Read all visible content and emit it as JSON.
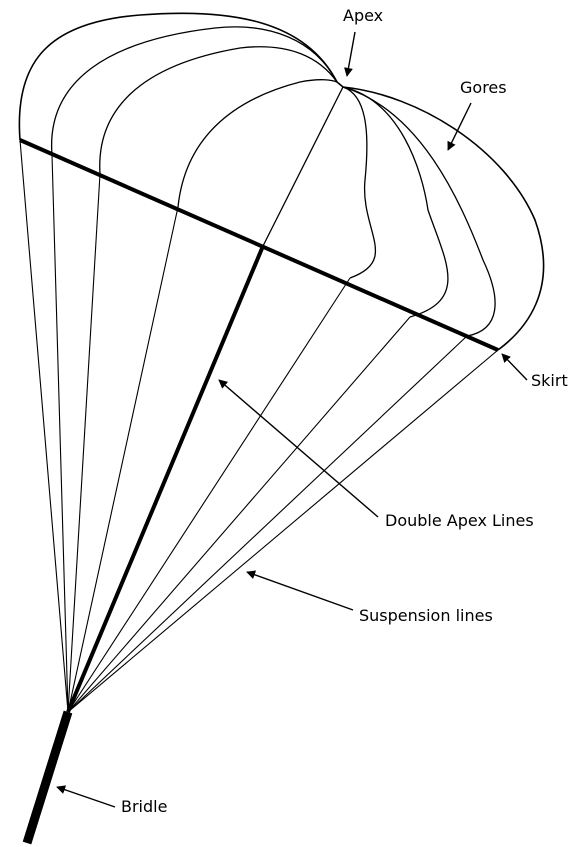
{
  "labels": {
    "apex": "Apex",
    "gores": "Gores",
    "skirt": "Skirt",
    "double_apex_lines": "Double Apex Lines",
    "suspension_lines": "Suspension lines",
    "bridle": "Bridle"
  },
  "colors": {
    "ink": "#000000",
    "background": "#ffffff"
  }
}
